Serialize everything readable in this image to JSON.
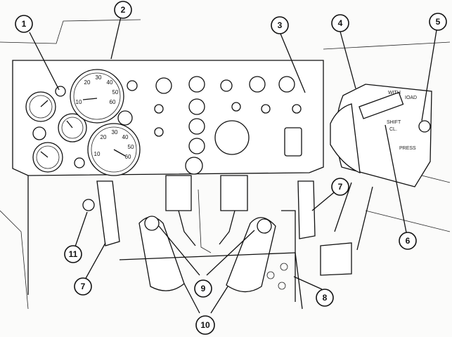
{
  "callouts": [
    {
      "id": "1",
      "label": "1"
    },
    {
      "id": "2",
      "label": "2"
    },
    {
      "id": "3",
      "label": "3"
    },
    {
      "id": "4",
      "label": "4"
    },
    {
      "id": "5",
      "label": "5"
    },
    {
      "id": "6",
      "label": "6"
    },
    {
      "id": "7a",
      "label": "7"
    },
    {
      "id": "7b",
      "label": "7"
    },
    {
      "id": "8",
      "label": "8"
    },
    {
      "id": "9",
      "label": "9"
    },
    {
      "id": "10",
      "label": "10"
    },
    {
      "id": "11",
      "label": "11"
    }
  ],
  "gauges": {
    "speedometer_ticks": [
      "10",
      "20",
      "30",
      "40",
      "50",
      "60"
    ],
    "tachometer_ticks": [
      "10",
      "20",
      "30",
      "40",
      "50",
      "60"
    ]
  },
  "shift_plate": {
    "lines": [
      "WITH",
      "IOAD",
      "SHIFT",
      "CL.",
      "PRESS"
    ]
  }
}
